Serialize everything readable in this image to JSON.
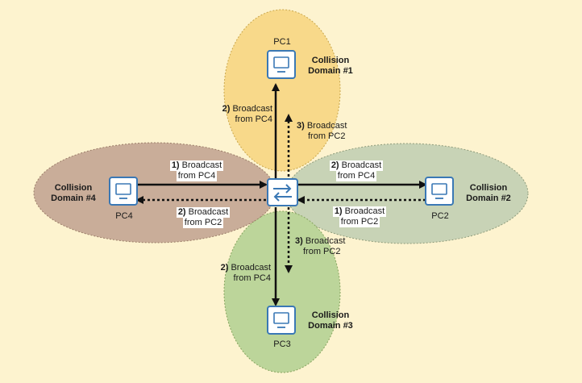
{
  "pcs": {
    "pc1": "PC1",
    "pc2": "PC2",
    "pc3": "PC3",
    "pc4": "PC4"
  },
  "domains": {
    "d1": [
      "Collision",
      "Domain #1"
    ],
    "d2": [
      "Collision",
      "Domain #2"
    ],
    "d3": [
      "Collision",
      "Domain #3"
    ],
    "d4": [
      "Collision",
      "Domain #4"
    ]
  },
  "labels": {
    "up": {
      "num": "2)",
      "line1": "Broadcast",
      "line2": "from PC4"
    },
    "up_dot": {
      "num": "3)",
      "line1": "Broadcast",
      "line2": "from PC2"
    },
    "left_top": {
      "num": "1)",
      "line1": "Broadcast",
      "line2": "from PC4"
    },
    "left_bot": {
      "num": "2)",
      "line1": "Broadcast",
      "line2": "from PC2"
    },
    "right_top": {
      "num": "2)",
      "line1": "Broadcast",
      "line2": "from PC4"
    },
    "right_bot": {
      "num": "1)",
      "line1": "Broadcast",
      "line2": "from PC2"
    },
    "down_dot": {
      "num": "3)",
      "line1": "Broadcast",
      "line2": "from PC2"
    },
    "down": {
      "num": "2)",
      "line1": "Broadcast",
      "line2": "from PC4"
    }
  },
  "colors": {
    "background": "#fdf3cf",
    "domain1": "#f8d98a",
    "domain2": "#c8d3b6",
    "domain3": "#bcd59a",
    "domain4": "#c9ad99",
    "device_blue": "#3a78b5"
  }
}
